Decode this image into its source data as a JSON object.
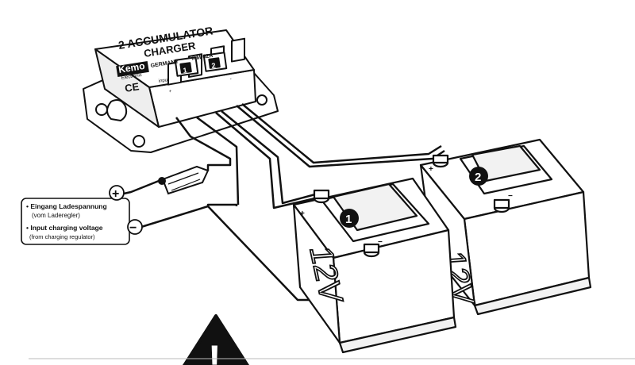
{
  "charger": {
    "title_line1": "2 ACCUMULATOR",
    "title_line2": "CHARGER",
    "brand": "Kemo",
    "brand_sub": "Electronic",
    "country": "GERMANY",
    "model": "# M-02A",
    "ce_mark": "CE",
    "input_label": "input",
    "channel1": "1",
    "channel2": "2",
    "terminal_plus": "+",
    "terminal_minus": "-"
  },
  "input_box": {
    "line1": "• Eingang Ladespannung",
    "line2": "(vom Laderegler)",
    "line3": "• Input charging voltage",
    "line4": "(from charging regulator)",
    "plus_symbol": "+",
    "minus_symbol": "−"
  },
  "battery1": {
    "number": "1",
    "voltage": "12V",
    "plus": "+",
    "minus": "−"
  },
  "battery2": {
    "number": "2",
    "voltage": "12V",
    "plus": "+",
    "minus": "−"
  },
  "warning": {
    "symbol": "!"
  },
  "colors": {
    "line": "#111111",
    "fill": "#ffffff",
    "dark": "#111111",
    "light_fill": "#f2f2f2"
  }
}
